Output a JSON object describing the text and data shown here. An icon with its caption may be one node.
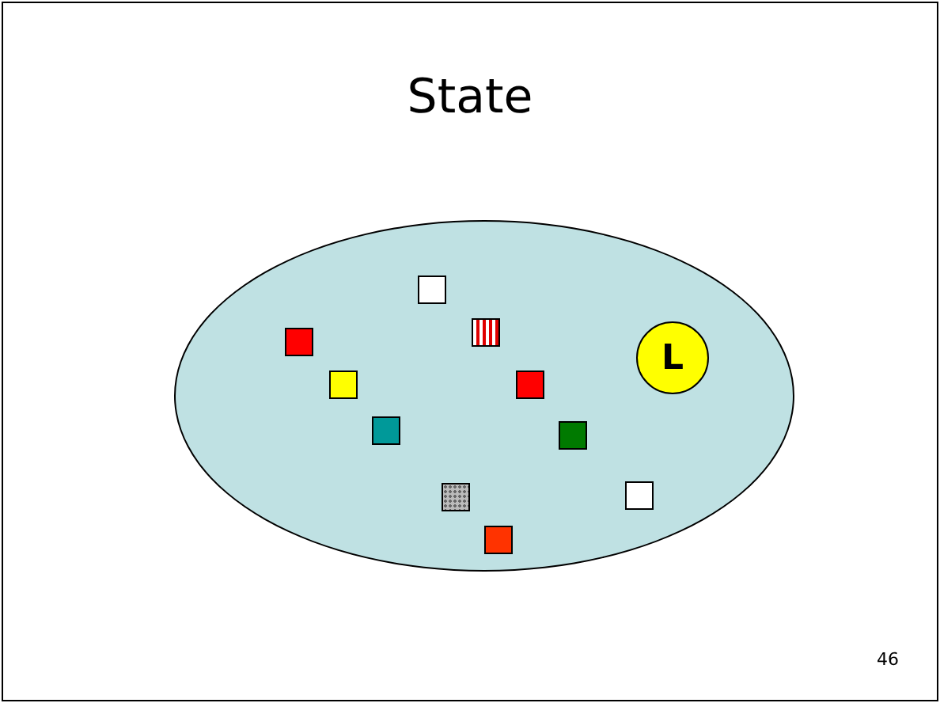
{
  "diagram": {
    "title": "State",
    "nodes": [
      {
        "text": [],
        "shape": "ellipse"
      },
      {
        "text": [],
        "shape": "box",
        "in": 0
      },
      {
        "text": [],
        "shape": "box",
        "in": 0
      },
      {
        "text": [],
        "shape": "box",
        "in": 0
      },
      {
        "text": [],
        "shape": "box",
        "in": 0
      },
      {
        "text": [],
        "shape": "box",
        "in": 0
      },
      {
        "text": [
          "L"
        ],
        "in": 0
      },
      {
        "text": [],
        "shape": "box",
        "in": 0
      },
      {
        "text": [],
        "shape": "box",
        "in": 0
      },
      {
        "text": [],
        "shape": "box",
        "in": 0
      },
      {
        "text": [],
        "shape": "box",
        "in": 0
      },
      {
        "text": [],
        "shape": "box",
        "in": 0
      }
    ],
    "labels": [
      "46"
    ]
  }
}
